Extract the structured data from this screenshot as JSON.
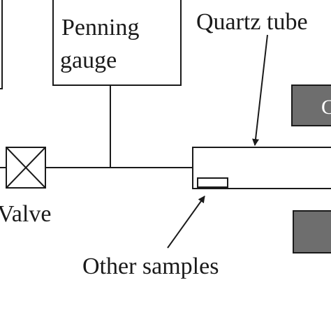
{
  "labels": {
    "penning_line1": "Penning",
    "penning_line2": "gauge",
    "quartz_tube": "Quartz tube",
    "valve": "Valve",
    "other_samples": "Other samples",
    "furnace_glyph": "C"
  },
  "colors": {
    "line": "#1a1a1a",
    "furnace_fill": "#6e6e6e",
    "background": "#ffffff"
  }
}
